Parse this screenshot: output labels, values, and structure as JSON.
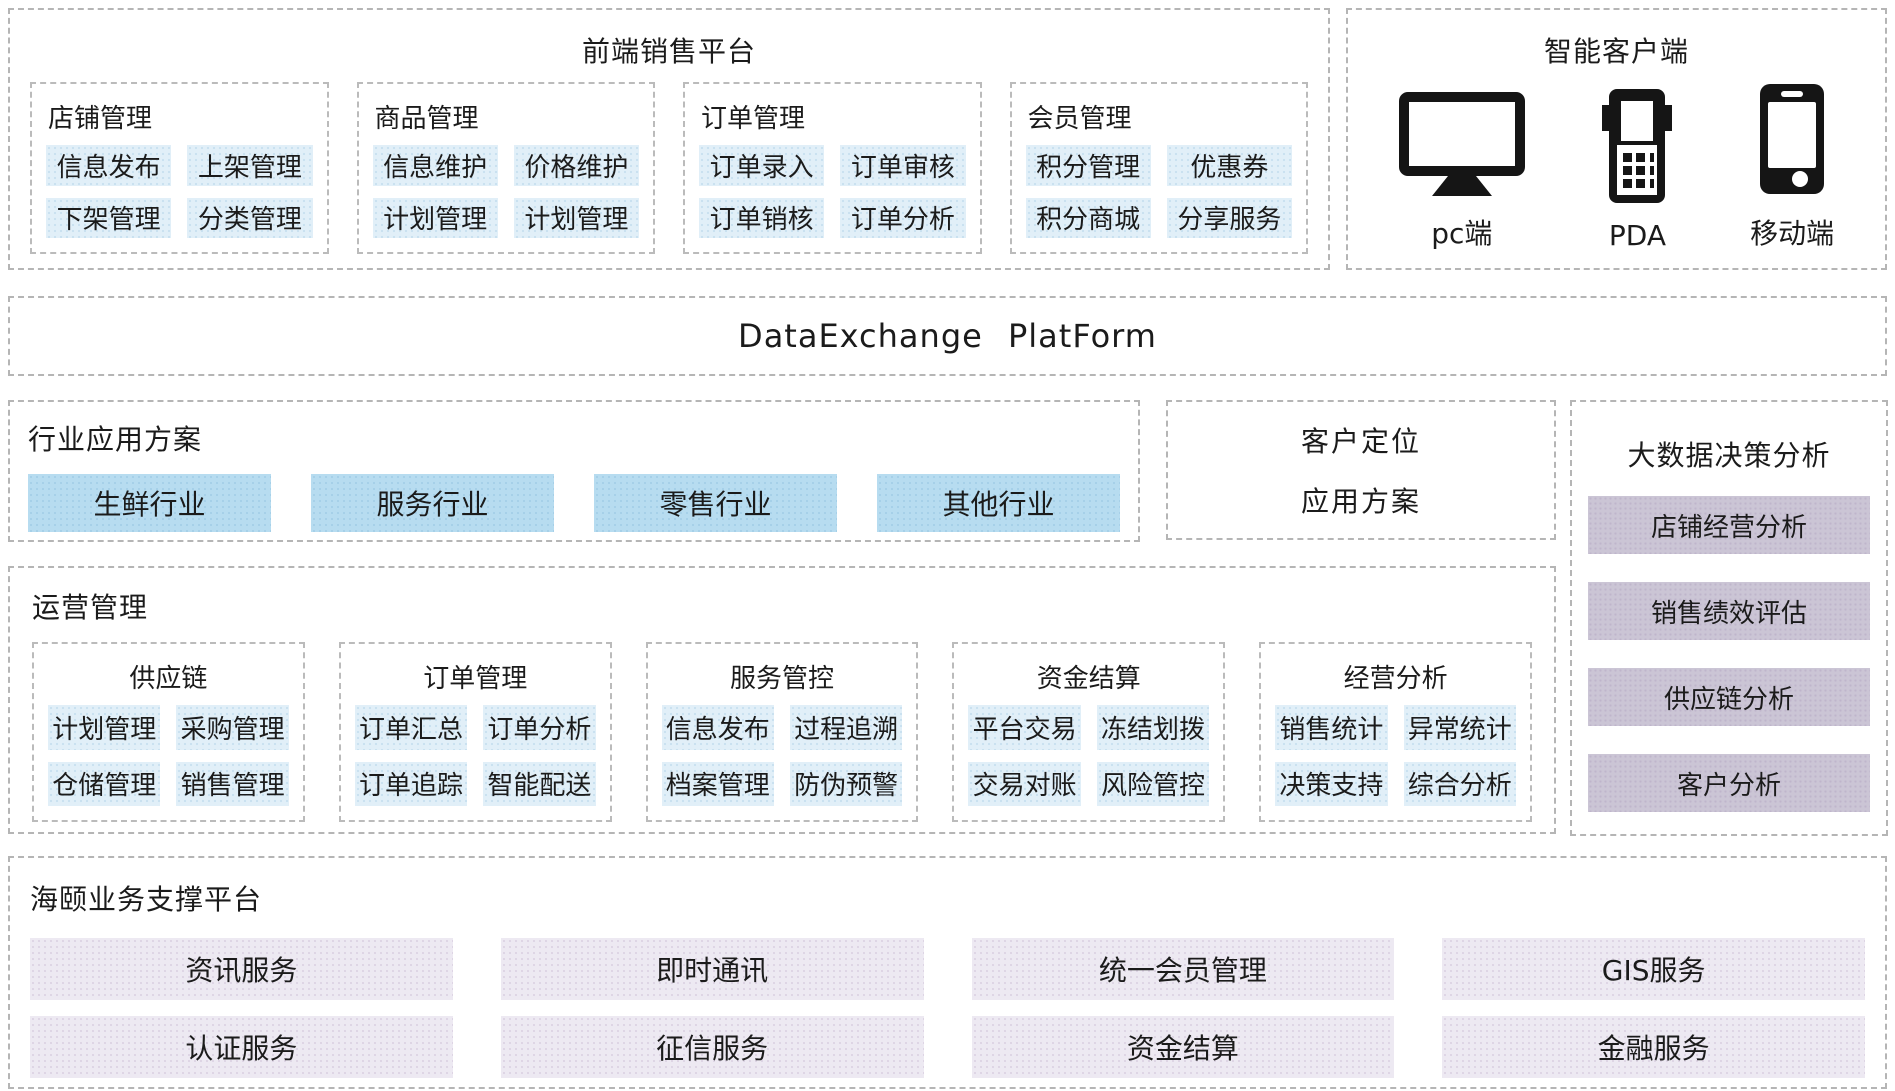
{
  "frontend_platform": {
    "title": "前端销售平台",
    "groups": [
      {
        "title": "店铺管理",
        "items": [
          "信息发布",
          "上架管理",
          "下架管理",
          "分类管理"
        ]
      },
      {
        "title": "商品管理",
        "items": [
          "信息维护",
          "价格维护",
          "计划管理",
          "计划管理"
        ]
      },
      {
        "title": "订单管理",
        "items": [
          "订单录入",
          "订单审核",
          "订单销核",
          "订单分析"
        ]
      },
      {
        "title": "会员管理",
        "items": [
          "积分管理",
          "优惠券",
          "积分商城",
          "分享服务"
        ]
      }
    ]
  },
  "smart_client": {
    "title": "智能客户端",
    "devices": [
      {
        "icon": "monitor-icon",
        "label": "pc端"
      },
      {
        "icon": "pda-icon",
        "label": "PDA"
      },
      {
        "icon": "smartphone-icon",
        "label": "移动端"
      }
    ]
  },
  "data_exchange": {
    "title": "DataExchange PlatForm"
  },
  "industry_solutions": {
    "title": "行业应用方案",
    "items": [
      "生鲜行业",
      "服务行业",
      "零售行业",
      "其他行业"
    ]
  },
  "customer_positioning": {
    "line1": "客户定位",
    "line2": "应用方案"
  },
  "big_data_analysis": {
    "title": "大数据决策分析",
    "items": [
      "店铺经营分析",
      "销售绩效评估",
      "供应链分析",
      "客户分析"
    ]
  },
  "operations": {
    "title": "运营管理",
    "groups": [
      {
        "title": "供应链",
        "items": [
          "计划管理",
          "采购管理",
          "仓储管理",
          "销售管理"
        ]
      },
      {
        "title": "订单管理",
        "items": [
          "订单汇总",
          "订单分析",
          "订单追踪",
          "智能配送"
        ]
      },
      {
        "title": "服务管控",
        "items": [
          "信息发布",
          "过程追溯",
          "档案管理",
          "防伪预警"
        ]
      },
      {
        "title": "资金结算",
        "items": [
          "平台交易",
          "冻结划拨",
          "交易对账",
          "风险管控"
        ]
      },
      {
        "title": "经营分析",
        "items": [
          "销售统计",
          "异常统计",
          "决策支持",
          "综合分析"
        ]
      }
    ]
  },
  "support_platform": {
    "title": "海颐业务支撑平台",
    "items": [
      "资讯服务",
      "即时通讯",
      "统一会员管理",
      "GIS服务",
      "认证服务",
      "征信服务",
      "资金结算",
      "金融服务"
    ]
  },
  "colors": {
    "chip_blue": "#e1eff8",
    "industry_blue": "#b7dcf0",
    "bigdata_lavender": "#cbc5d5",
    "support_lavender": "#ede9f2",
    "border_gray": "#b5b5b5",
    "icon_black": "#151515"
  }
}
